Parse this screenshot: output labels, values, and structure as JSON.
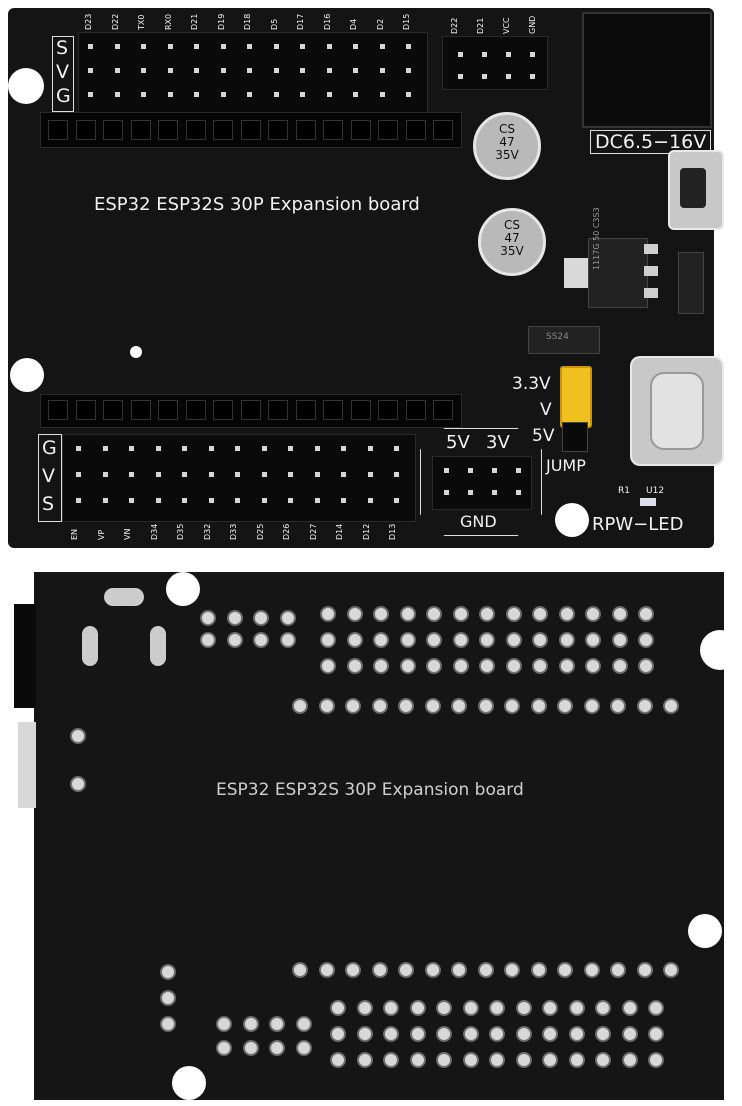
{
  "top_board": {
    "title": "ESP32 ESP32S 30P Expansion board",
    "power_label": "DC6.5−16V",
    "svg_left": [
      "S",
      "V",
      "G"
    ],
    "gvs_left": [
      "G",
      "V",
      "S"
    ],
    "top_pins": [
      "D23",
      "D22",
      "TX0",
      "RX0",
      "D21",
      "D19",
      "D18",
      "D5",
      "D17",
      "D16",
      "D4",
      "D2",
      "D15"
    ],
    "power_pins": [
      "D22",
      "D21",
      "VCC",
      "GND"
    ],
    "bottom_pins": [
      "EN",
      "VP",
      "VN",
      "D34",
      "D35",
      "D32",
      "D33",
      "D25",
      "D26",
      "D27",
      "D14",
      "D12",
      "D13"
    ],
    "cap_text": [
      "CS",
      "47",
      "35V"
    ],
    "jumper_labels": [
      "3.3V",
      "V",
      "5V",
      "JUMP"
    ],
    "sel_5v": "5V",
    "sel_3v": "3V",
    "gnd": "GND",
    "r1": "R1",
    "u12": "U12",
    "led": "RPW−LED",
    "ss24": "SS24",
    "reg": "1117G 50 C3S3"
  },
  "bottom_board": {
    "title": "ESP32 ESP32S 30P Expansion board"
  }
}
